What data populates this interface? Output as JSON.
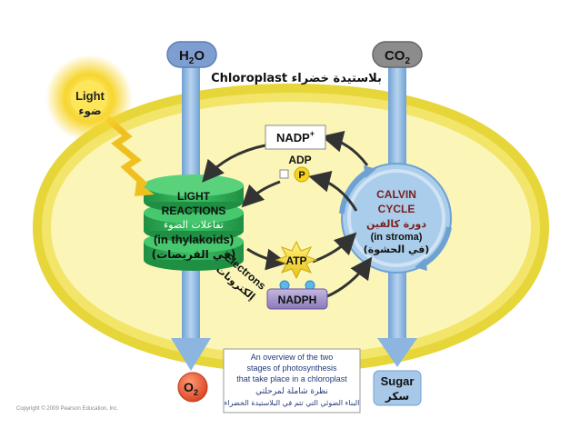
{
  "inputs": {
    "water": {
      "base": "H",
      "sub": "2",
      "tail": "O"
    },
    "co2": {
      "base": "CO",
      "sub": "2"
    }
  },
  "chloroplast_label": "Chloroplast بلاستيدة خضراء",
  "light": {
    "en": "Light",
    "ar": "ضوء"
  },
  "light_reactions": {
    "line1": "LIGHT",
    "line2": "REACTIONS",
    "ar": "تفاعلات الضوء",
    "location_en": "(in thylakoids)",
    "location_ar": "(في القريصات)"
  },
  "calvin_cycle": {
    "line1": "CALVIN",
    "line2": "CYCLE",
    "ar": "دورة كالفين",
    "location_en": "(in stroma)",
    "location_ar": "(في الحشوة)"
  },
  "nadp_plus": {
    "base": "NADP",
    "sup": "+"
  },
  "adp": "ADP",
  "phosphate": "P",
  "atp": "ATP",
  "nadph": "NADPH",
  "electrons": {
    "en": "Electrons",
    "ar": "إلكترونات"
  },
  "outputs": {
    "oxygen": {
      "base": "O",
      "sub": "2"
    },
    "sugar": {
      "en": "Sugar",
      "ar": "سكر"
    }
  },
  "caption": {
    "line1": "An overview of the two",
    "line2": "stages of photosynthesis",
    "line3": "that take place in a chloroplast",
    "line4": "نظرة شاملة لمرحلتي",
    "line5": "البناء الضوئي التي تتم في البلاستيدة الخضراء"
  },
  "copyright": "Copyright © 2009 Pearson Education, Inc.",
  "colors": {
    "outer_membrane": "#e6d63a",
    "stroma": "#fbf6b8",
    "thylakoid": "#2fae56",
    "calvin": "#9cc7e6",
    "water_arrow": "#8cb6e0",
    "black_arrow": "#333333",
    "molecule_purple": "#6a55a3",
    "atp_yellow": "#f5d420",
    "nadph_purple": "#a799c9",
    "oxygen_red": "#e8502f",
    "sugar_blue": "#a8c8e8",
    "light_zigzag": "#f0c020",
    "caption_text": "#233a7a"
  }
}
